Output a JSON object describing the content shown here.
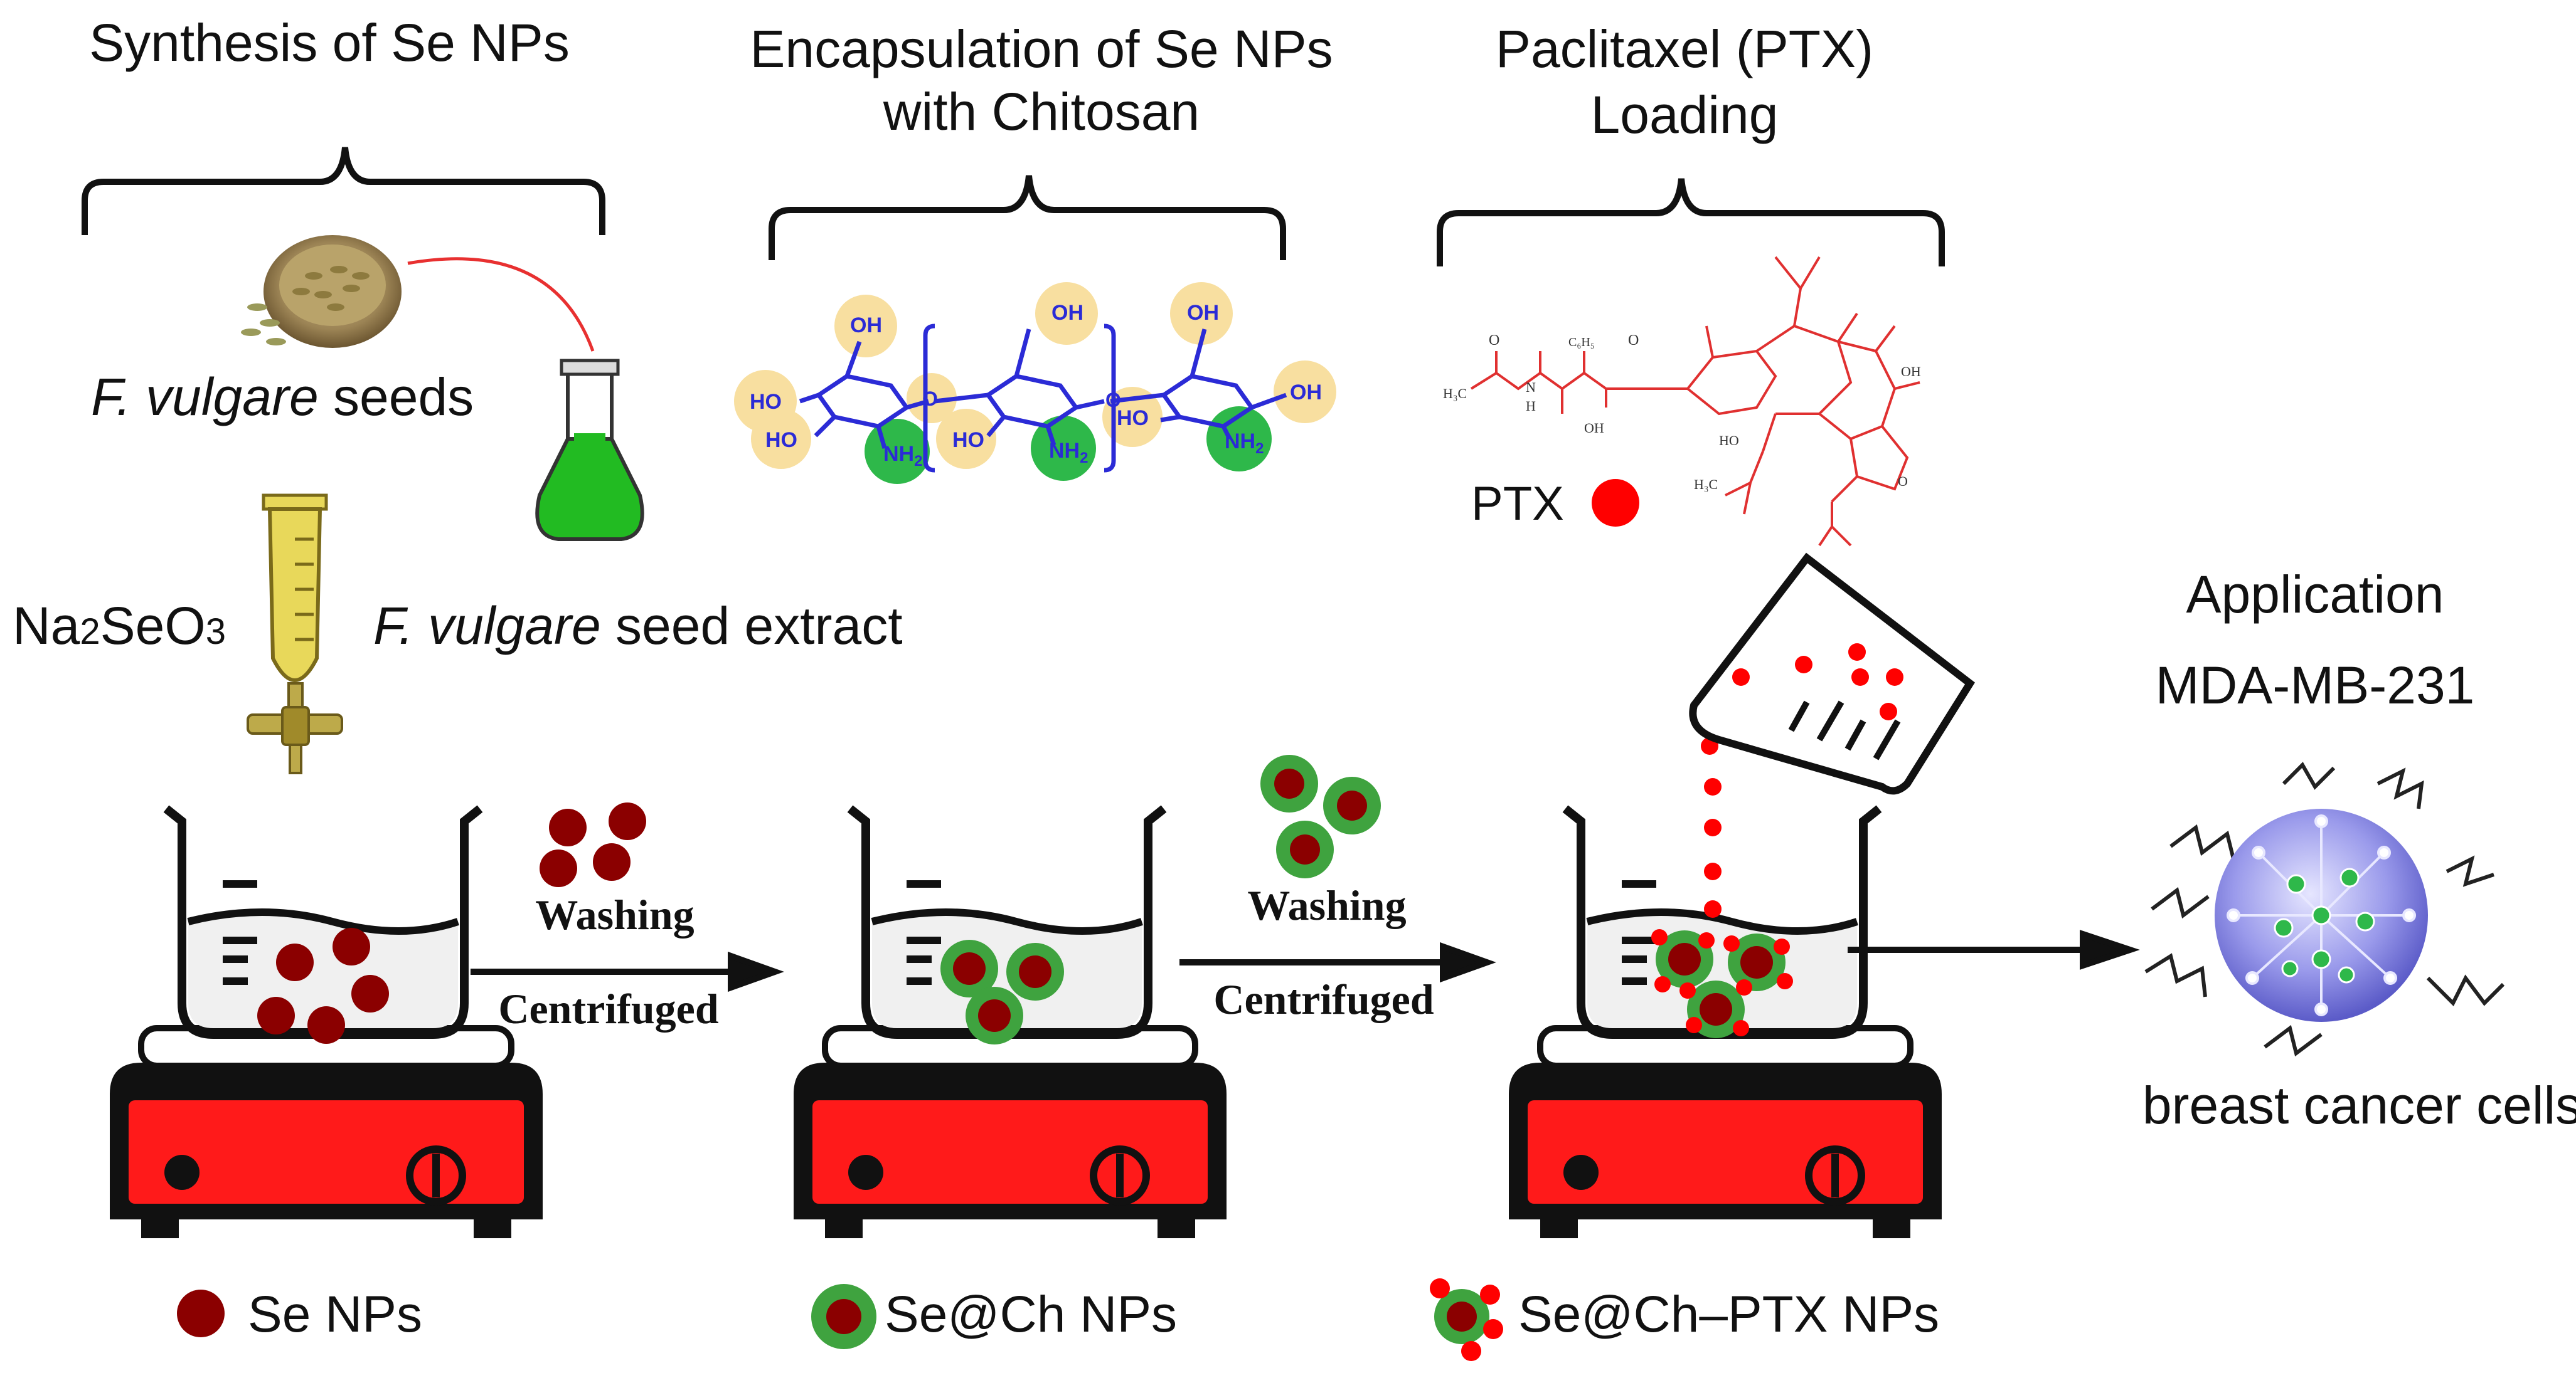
{
  "stages": {
    "synthesis": "Synthesis of Se NPs",
    "encapsulation_line1": "Encapsulation of Se NPs",
    "encapsulation_line2": "with Chitosan",
    "loading_line1": "Paclitaxel (PTX)",
    "loading_line2": "Loading",
    "application_line1": "Application",
    "application_line2": "MDA-MB-231",
    "application_line3": "breast cancer cells"
  },
  "synthesis_labels": {
    "seeds_italic": "F. vulgare",
    "seeds_rest": " seeds",
    "salt_main": "Na",
    "salt_sub1": "2",
    "salt_mid": "SeO",
    "salt_sub2": "3",
    "extract_italic": "F. vulgare",
    "extract_rest": " seed extract"
  },
  "chitosan_groups": {
    "oh": "OH",
    "ho": "HO",
    "nh2_main": "NH",
    "nh2_sub": "2",
    "o": "O"
  },
  "ptx": {
    "label": "PTX",
    "h3c": "H₃C",
    "n": "N",
    "h": "H",
    "oh": "OH",
    "o": "O",
    "ho": "HO",
    "c6h5": "C₆H₅"
  },
  "steps": {
    "washing1": "Washing",
    "centrifuged1": "Centrifuged",
    "washing2": "Washing",
    "centrifuged2": "Centrifuged"
  },
  "legend": {
    "se": "Se NPs",
    "sech": "Se@Ch NPs",
    "sechptx": "Se@Ch–PTX NPs"
  },
  "colors": {
    "se_particle": "#8b0000",
    "chitosan_shell": "#3fa33f",
    "ptx_red": "#ff0000",
    "hotplate_red": "#ff1a1a",
    "chitosan_blue": "#2b2bd6",
    "oh_yellow": "#f8dfa0",
    "nh2_green": "#2eb84a",
    "flask_green": "#22bb22",
    "funnel_yellow": "#e8d85a",
    "cell_blue": "#8f8fe0"
  }
}
